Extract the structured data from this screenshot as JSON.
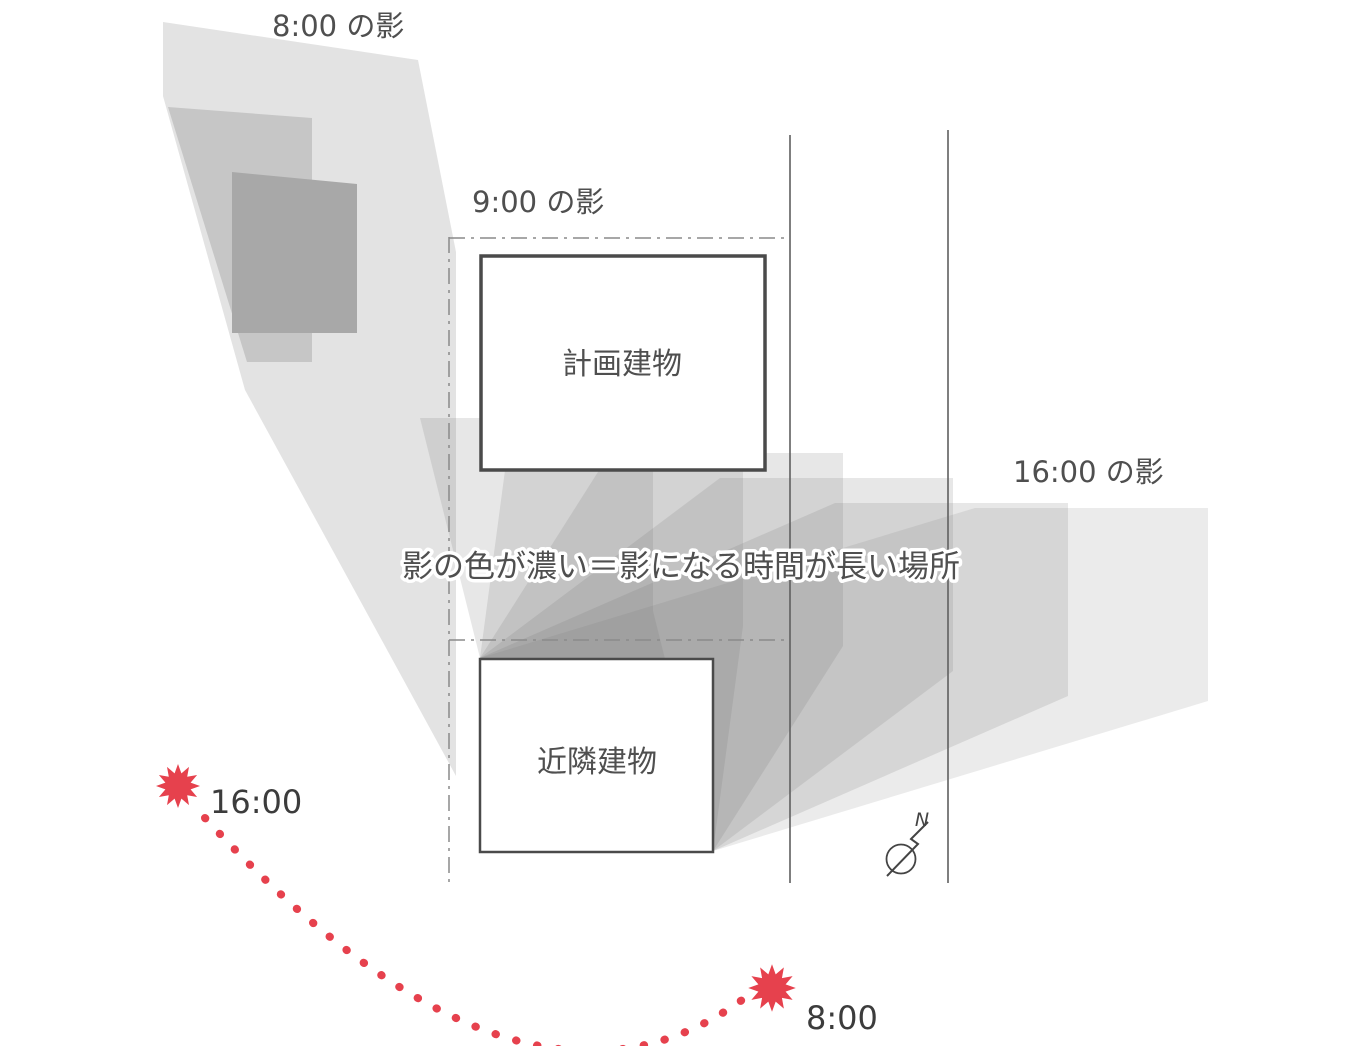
{
  "labels": {
    "shadow_800": "8:00 の影",
    "shadow_900": "9:00 の影",
    "shadow_1600": "16:00 の影",
    "annotation": "影の色が濃い＝影になる時間が長い場所",
    "planned_building": "計画建物",
    "neighbor_building": "近隣建物",
    "sun_afternoon_time": "16:00",
    "sun_morning_time": "8:00",
    "north_mark": "N"
  },
  "colors": {
    "sun_red": "#e6414d",
    "shadow_light": "#e3e3e3",
    "shadow_medium": "#c6c6c6",
    "shadow_dark": "#a8a8a8",
    "boundary_gray": "#8a8a8a",
    "line_gray": "#5f5f5f",
    "building_stroke": "#4a4a4a",
    "text_gray": "#4f4f4f"
  }
}
